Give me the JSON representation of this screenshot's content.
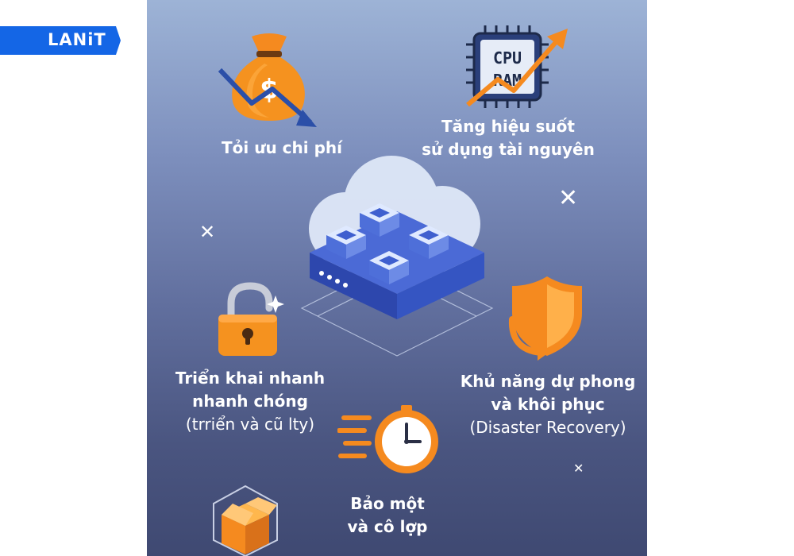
{
  "brand": {
    "name": "LANiT"
  },
  "features": {
    "cost": {
      "title": "Tỏi ưu chi phí"
    },
    "resources": {
      "line1": "Tăng hiệu suốt",
      "line2": "sử dụng tài nguyên"
    },
    "deploy": {
      "line1": "Triển khai nhanh",
      "line2": "nhanh chóng",
      "line3": "(trriển và cũ lty)"
    },
    "recovery": {
      "line1": "Khủ năng dự phong",
      "line2": "và khôi phục",
      "line3": "(Disaster Recovery)"
    },
    "security": {
      "line1": "Bảo một",
      "line2": "và cô lợp"
    }
  },
  "chip_labels": {
    "top": "CPU",
    "bottom": "RAM"
  },
  "currency_symbol": "$",
  "colors": {
    "brand_blue": "#1466e6",
    "accent_orange": "#f58a1f",
    "panel_top": "#9db3d6",
    "panel_bottom": "#3f4972"
  }
}
